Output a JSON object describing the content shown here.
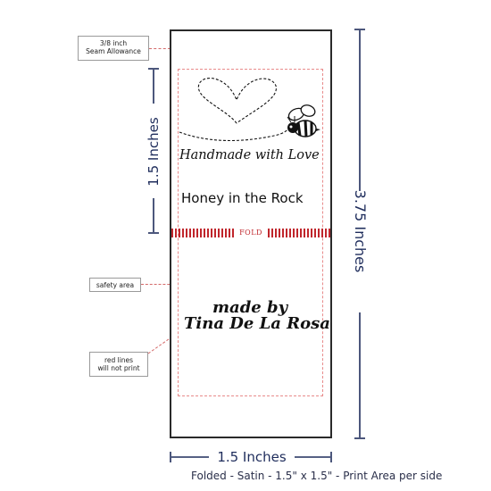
{
  "callouts": {
    "seam_allowance_fraction": "3/8",
    "seam_allowance_unit": "inch",
    "seam_allowance_label": "Seam Allowance",
    "safety_area": "safety area",
    "red_lines_line1": "red lines",
    "red_lines_line2": "will not print"
  },
  "label": {
    "line1": "Handmade with Love",
    "line2": "Honey in the Rock",
    "fold": "FOLD",
    "made_by": "made by",
    "maker": "Tina De La Rosa"
  },
  "dimensions": {
    "left_height": "1.5 Inches",
    "right_height": "3.75 Inches",
    "bottom_width": "1.5 Inches"
  },
  "footer": "Folded - Satin - 1.5\" x 1.5\" - Print Area per side",
  "colors": {
    "guide_red": "#c0262c",
    "dimension_navy": "#1f2d5c"
  }
}
